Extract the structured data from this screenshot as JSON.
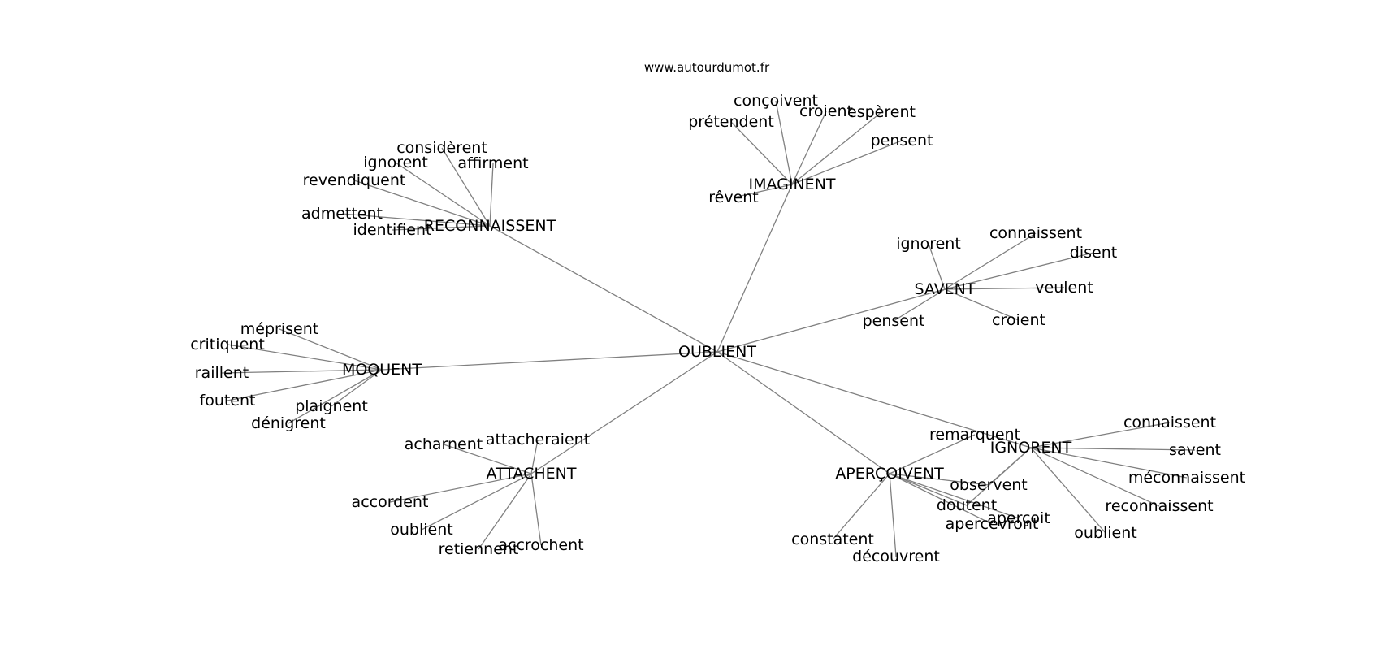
{
  "source": "www.autourdumot.fr",
  "colors": {
    "edge": "#808080",
    "text": "#000000",
    "background": "#ffffff"
  },
  "graph": {
    "nodes": [
      {
        "id": "oublient",
        "label": "OUBLIENT"
      },
      {
        "id": "reconnaissent",
        "label": "RECONNAISSENT"
      },
      {
        "id": "imaginent",
        "label": "IMAGINENT"
      },
      {
        "id": "savent",
        "label": "SAVENT"
      },
      {
        "id": "moquent",
        "label": "MOQUENT"
      },
      {
        "id": "attachent",
        "label": "ATTACHENT"
      },
      {
        "id": "apercoivent",
        "label": "APERÇOIVENT"
      },
      {
        "id": "ignorent-hub",
        "label": "IGNORENT"
      },
      {
        "id": "considerent",
        "label": "considèrent"
      },
      {
        "id": "ignorent-rec",
        "label": "ignorent"
      },
      {
        "id": "affirment",
        "label": "affirment"
      },
      {
        "id": "revendiquent",
        "label": "revendiquent"
      },
      {
        "id": "admettent",
        "label": "admettent"
      },
      {
        "id": "identifient",
        "label": "identifient"
      },
      {
        "id": "concoivent",
        "label": "conçoivent"
      },
      {
        "id": "croient-ima",
        "label": "croient"
      },
      {
        "id": "esperent",
        "label": "espèrent"
      },
      {
        "id": "pretendent",
        "label": "prétendent"
      },
      {
        "id": "pensent-ima",
        "label": "pensent"
      },
      {
        "id": "revent",
        "label": "rêvent"
      },
      {
        "id": "ignorent-sav",
        "label": "ignorent"
      },
      {
        "id": "connaissent-sav",
        "label": "connaissent"
      },
      {
        "id": "disent",
        "label": "disent"
      },
      {
        "id": "veulent",
        "label": "veulent"
      },
      {
        "id": "pensent-sav",
        "label": "pensent"
      },
      {
        "id": "croient-sav",
        "label": "croient"
      },
      {
        "id": "meprisent",
        "label": "méprisent"
      },
      {
        "id": "critiquent",
        "label": "critiquent"
      },
      {
        "id": "raillent",
        "label": "raillent"
      },
      {
        "id": "foutent",
        "label": "foutent"
      },
      {
        "id": "plaignent",
        "label": "plaignent"
      },
      {
        "id": "denigrent",
        "label": "dénigrent"
      },
      {
        "id": "acharnent",
        "label": "acharnent"
      },
      {
        "id": "attacheraient",
        "label": "attacheraient"
      },
      {
        "id": "accordent",
        "label": "accordent"
      },
      {
        "id": "oublient-att",
        "label": "oublient"
      },
      {
        "id": "retiennent",
        "label": "retiennent"
      },
      {
        "id": "accrochent",
        "label": "accrochent"
      },
      {
        "id": "remarquent",
        "label": "remarquent"
      },
      {
        "id": "observent",
        "label": "observent"
      },
      {
        "id": "doutent",
        "label": "doutent"
      },
      {
        "id": "apercoit",
        "label": "aperçoit"
      },
      {
        "id": "apercevront",
        "label": "apercevront"
      },
      {
        "id": "constatent",
        "label": "constatent"
      },
      {
        "id": "decouvrent",
        "label": "découvrent"
      },
      {
        "id": "connaissent-ign",
        "label": "connaissent"
      },
      {
        "id": "savent-ign",
        "label": "savent"
      },
      {
        "id": "meconnaissent",
        "label": "méconnaissent"
      },
      {
        "id": "reconnaissent-ign",
        "label": "reconnaissent"
      },
      {
        "id": "oublient-ign",
        "label": "oublient"
      }
    ],
    "edges": [
      [
        "oublient",
        "reconnaissent"
      ],
      [
        "oublient",
        "imaginent"
      ],
      [
        "oublient",
        "savent"
      ],
      [
        "oublient",
        "moquent"
      ],
      [
        "oublient",
        "attachent"
      ],
      [
        "oublient",
        "apercoivent"
      ],
      [
        "oublient",
        "ignorent-hub"
      ],
      [
        "reconnaissent",
        "considerent"
      ],
      [
        "reconnaissent",
        "ignorent-rec"
      ],
      [
        "reconnaissent",
        "affirment"
      ],
      [
        "reconnaissent",
        "revendiquent"
      ],
      [
        "reconnaissent",
        "admettent"
      ],
      [
        "reconnaissent",
        "identifient"
      ],
      [
        "imaginent",
        "concoivent"
      ],
      [
        "imaginent",
        "croient-ima"
      ],
      [
        "imaginent",
        "esperent"
      ],
      [
        "imaginent",
        "pretendent"
      ],
      [
        "imaginent",
        "pensent-ima"
      ],
      [
        "imaginent",
        "revent"
      ],
      [
        "savent",
        "ignorent-sav"
      ],
      [
        "savent",
        "connaissent-sav"
      ],
      [
        "savent",
        "disent"
      ],
      [
        "savent",
        "veulent"
      ],
      [
        "savent",
        "pensent-sav"
      ],
      [
        "savent",
        "croient-sav"
      ],
      [
        "moquent",
        "meprisent"
      ],
      [
        "moquent",
        "critiquent"
      ],
      [
        "moquent",
        "raillent"
      ],
      [
        "moquent",
        "foutent"
      ],
      [
        "moquent",
        "plaignent"
      ],
      [
        "moquent",
        "denigrent"
      ],
      [
        "attachent",
        "acharnent"
      ],
      [
        "attachent",
        "attacheraient"
      ],
      [
        "attachent",
        "accordent"
      ],
      [
        "attachent",
        "oublient-att"
      ],
      [
        "attachent",
        "retiennent"
      ],
      [
        "attachent",
        "accrochent"
      ],
      [
        "apercoivent",
        "remarquent"
      ],
      [
        "apercoivent",
        "observent"
      ],
      [
        "apercoivent",
        "doutent"
      ],
      [
        "apercoivent",
        "apercoit"
      ],
      [
        "apercoivent",
        "apercevront"
      ],
      [
        "apercoivent",
        "constatent"
      ],
      [
        "apercoivent",
        "decouvrent"
      ],
      [
        "ignorent-hub",
        "connaissent-ign"
      ],
      [
        "ignorent-hub",
        "savent-ign"
      ],
      [
        "ignorent-hub",
        "meconnaissent"
      ],
      [
        "ignorent-hub",
        "reconnaissent-ign"
      ],
      [
        "ignorent-hub",
        "oublient-ign"
      ],
      [
        "ignorent-hub",
        "observent"
      ],
      [
        "ignorent-hub",
        "doutent"
      ]
    ]
  }
}
